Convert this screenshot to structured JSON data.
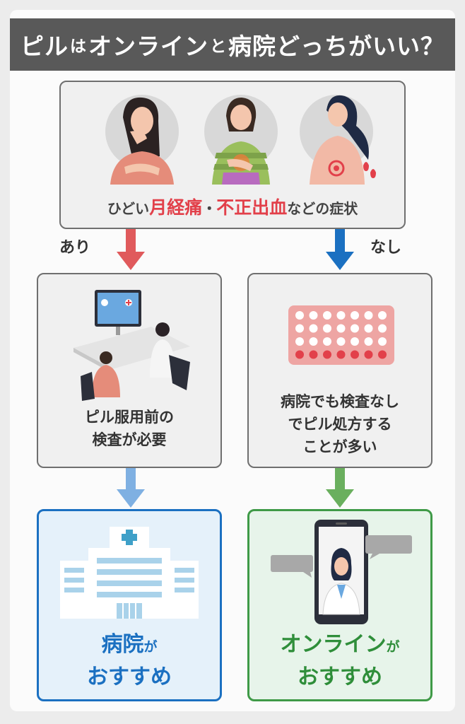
{
  "title": {
    "part1": "ピル",
    "part2": "は",
    "part3": "オンライン",
    "part4": "と",
    "part5": "病院どっちがいい？"
  },
  "symptoms": {
    "prefix": "ひどい",
    "highlight1": "月経痛",
    "separator": "・",
    "highlight2": "不正出血",
    "suffix": "などの症状"
  },
  "branches": {
    "yes": "あり",
    "no": "なし"
  },
  "exam_box": {
    "line1": "ピル服用前の",
    "line2": "検査が必要"
  },
  "noexam_box": {
    "line1": "病院でも検査なし",
    "line2": "でピル処方する",
    "line3": "ことが多い"
  },
  "hospital": {
    "word": "病院",
    "particle": "が",
    "line2": "おすすめ"
  },
  "online": {
    "word": "オンライン",
    "particle": "が",
    "line2": "おすすめ"
  },
  "colors": {
    "title_bg": "#595959",
    "highlight_red": "#e2404a",
    "arrow_red": "#e05a5c",
    "arrow_blue": "#1b70c1",
    "arrow_lightblue": "#7fb0e2",
    "arrow_green": "#6aaf5e",
    "hospital_blue": "#1b70c1",
    "online_green": "#3f9a47"
  }
}
